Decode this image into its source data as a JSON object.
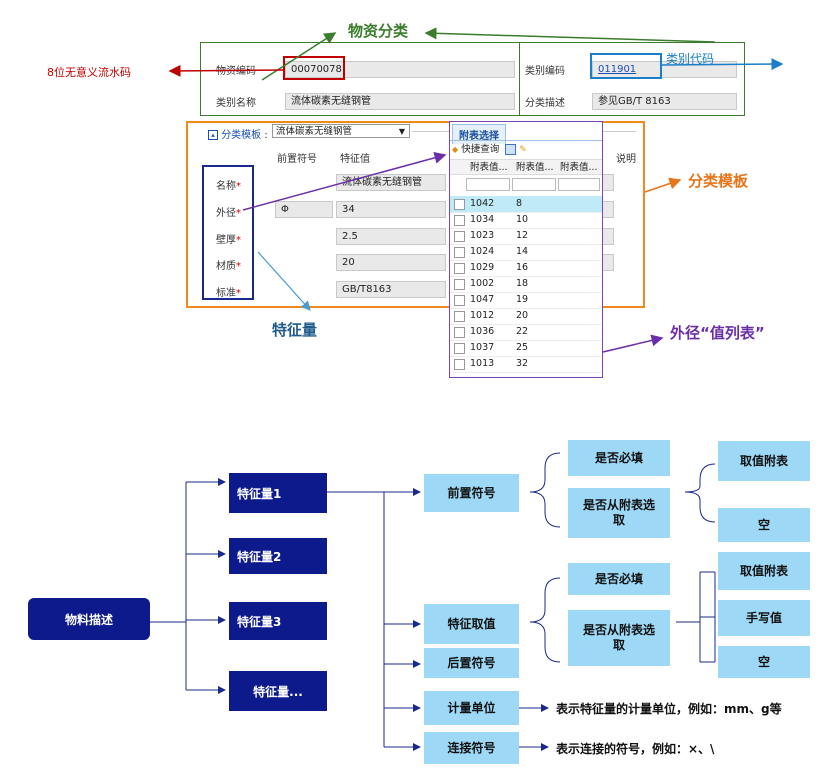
{
  "annotations": {
    "serial_note": "8位无意义流水码",
    "category_title": "物资分类",
    "category_code_note": "类别代码",
    "template_note": "分类模板",
    "feature_note": "特征量",
    "value_list_note": "外径“值列表”"
  },
  "form": {
    "code_label": "物资编码",
    "code_value": "00070078",
    "type_code_label": "类别编码",
    "type_code_value": "011901",
    "type_name_label": "类别名称",
    "type_name_value": "流体碳素无缝钢管",
    "type_desc_label": "分类描述",
    "type_desc_value": "参见GB/T 8163",
    "template_label": "分类模板",
    "template_value": "流体碳素无缝钢管",
    "prefix_header": "前置符号",
    "value_header": "特征值",
    "desc_header": "说明",
    "fields": [
      {
        "label": "名称",
        "prefix": "",
        "value": "流体碳素无缝钢管"
      },
      {
        "label": "外径",
        "prefix": "Φ",
        "value": "34"
      },
      {
        "label": "壁厚",
        "prefix": "",
        "value": "2.5"
      },
      {
        "label": "材质",
        "prefix": "",
        "value": "20"
      },
      {
        "label": "标准",
        "prefix": "",
        "value": "GB/T8163"
      }
    ]
  },
  "lookup": {
    "tab": "附表选择",
    "quick_query": "快捷查询",
    "col1": "附表值...",
    "col2": "附表值...",
    "col3": "附表值...",
    "rows": [
      {
        "id": "1042",
        "value": "8"
      },
      {
        "id": "1034",
        "value": "10"
      },
      {
        "id": "1023",
        "value": "12"
      },
      {
        "id": "1024",
        "value": "14"
      },
      {
        "id": "1029",
        "value": "16"
      },
      {
        "id": "1002",
        "value": "18"
      },
      {
        "id": "1047",
        "value": "19"
      },
      {
        "id": "1012",
        "value": "20"
      },
      {
        "id": "1036",
        "value": "22"
      },
      {
        "id": "1037",
        "value": "25"
      },
      {
        "id": "1013",
        "value": "32"
      }
    ]
  },
  "flow": {
    "root": "物料描述",
    "features": [
      "特征量1",
      "特征量2",
      "特征量3",
      "特征量..."
    ],
    "props": [
      "前置符号",
      "特征取值",
      "后置符号",
      "计量单位",
      "连接符号"
    ],
    "required": "是否必填",
    "from_table": "是否从附表选取",
    "take_table": "取值附表",
    "empty": "空",
    "handwritten": "手写值",
    "unit_desc": "表示特征量的计量单位，例如：mm、g等",
    "join_desc": "表示连接的符号，例如：×、\\"
  }
}
